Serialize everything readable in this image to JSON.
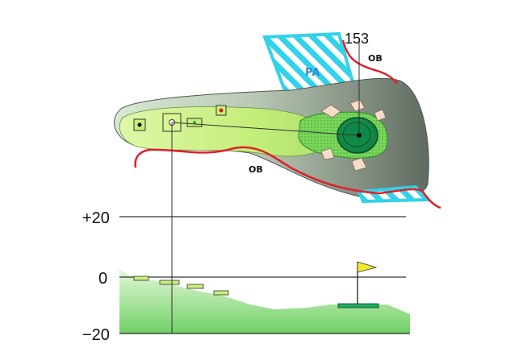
{
  "hole_map": {
    "distance_label": "153",
    "ob_label_top": "OB",
    "ob_label_bottom": "OB",
    "penalty_area_label": "PA"
  },
  "elevation_profile": {
    "axis_labels": [
      "+20",
      "0",
      "−20"
    ]
  },
  "colors": {
    "fairway": "#c9f07a",
    "rough_dark": "#5f6b60",
    "green": "#19a35a",
    "penalty_area": "#32d2e8",
    "ob_line": "#e0202a",
    "flag": "#f2ea2a",
    "terrain": "#7fd66b"
  }
}
